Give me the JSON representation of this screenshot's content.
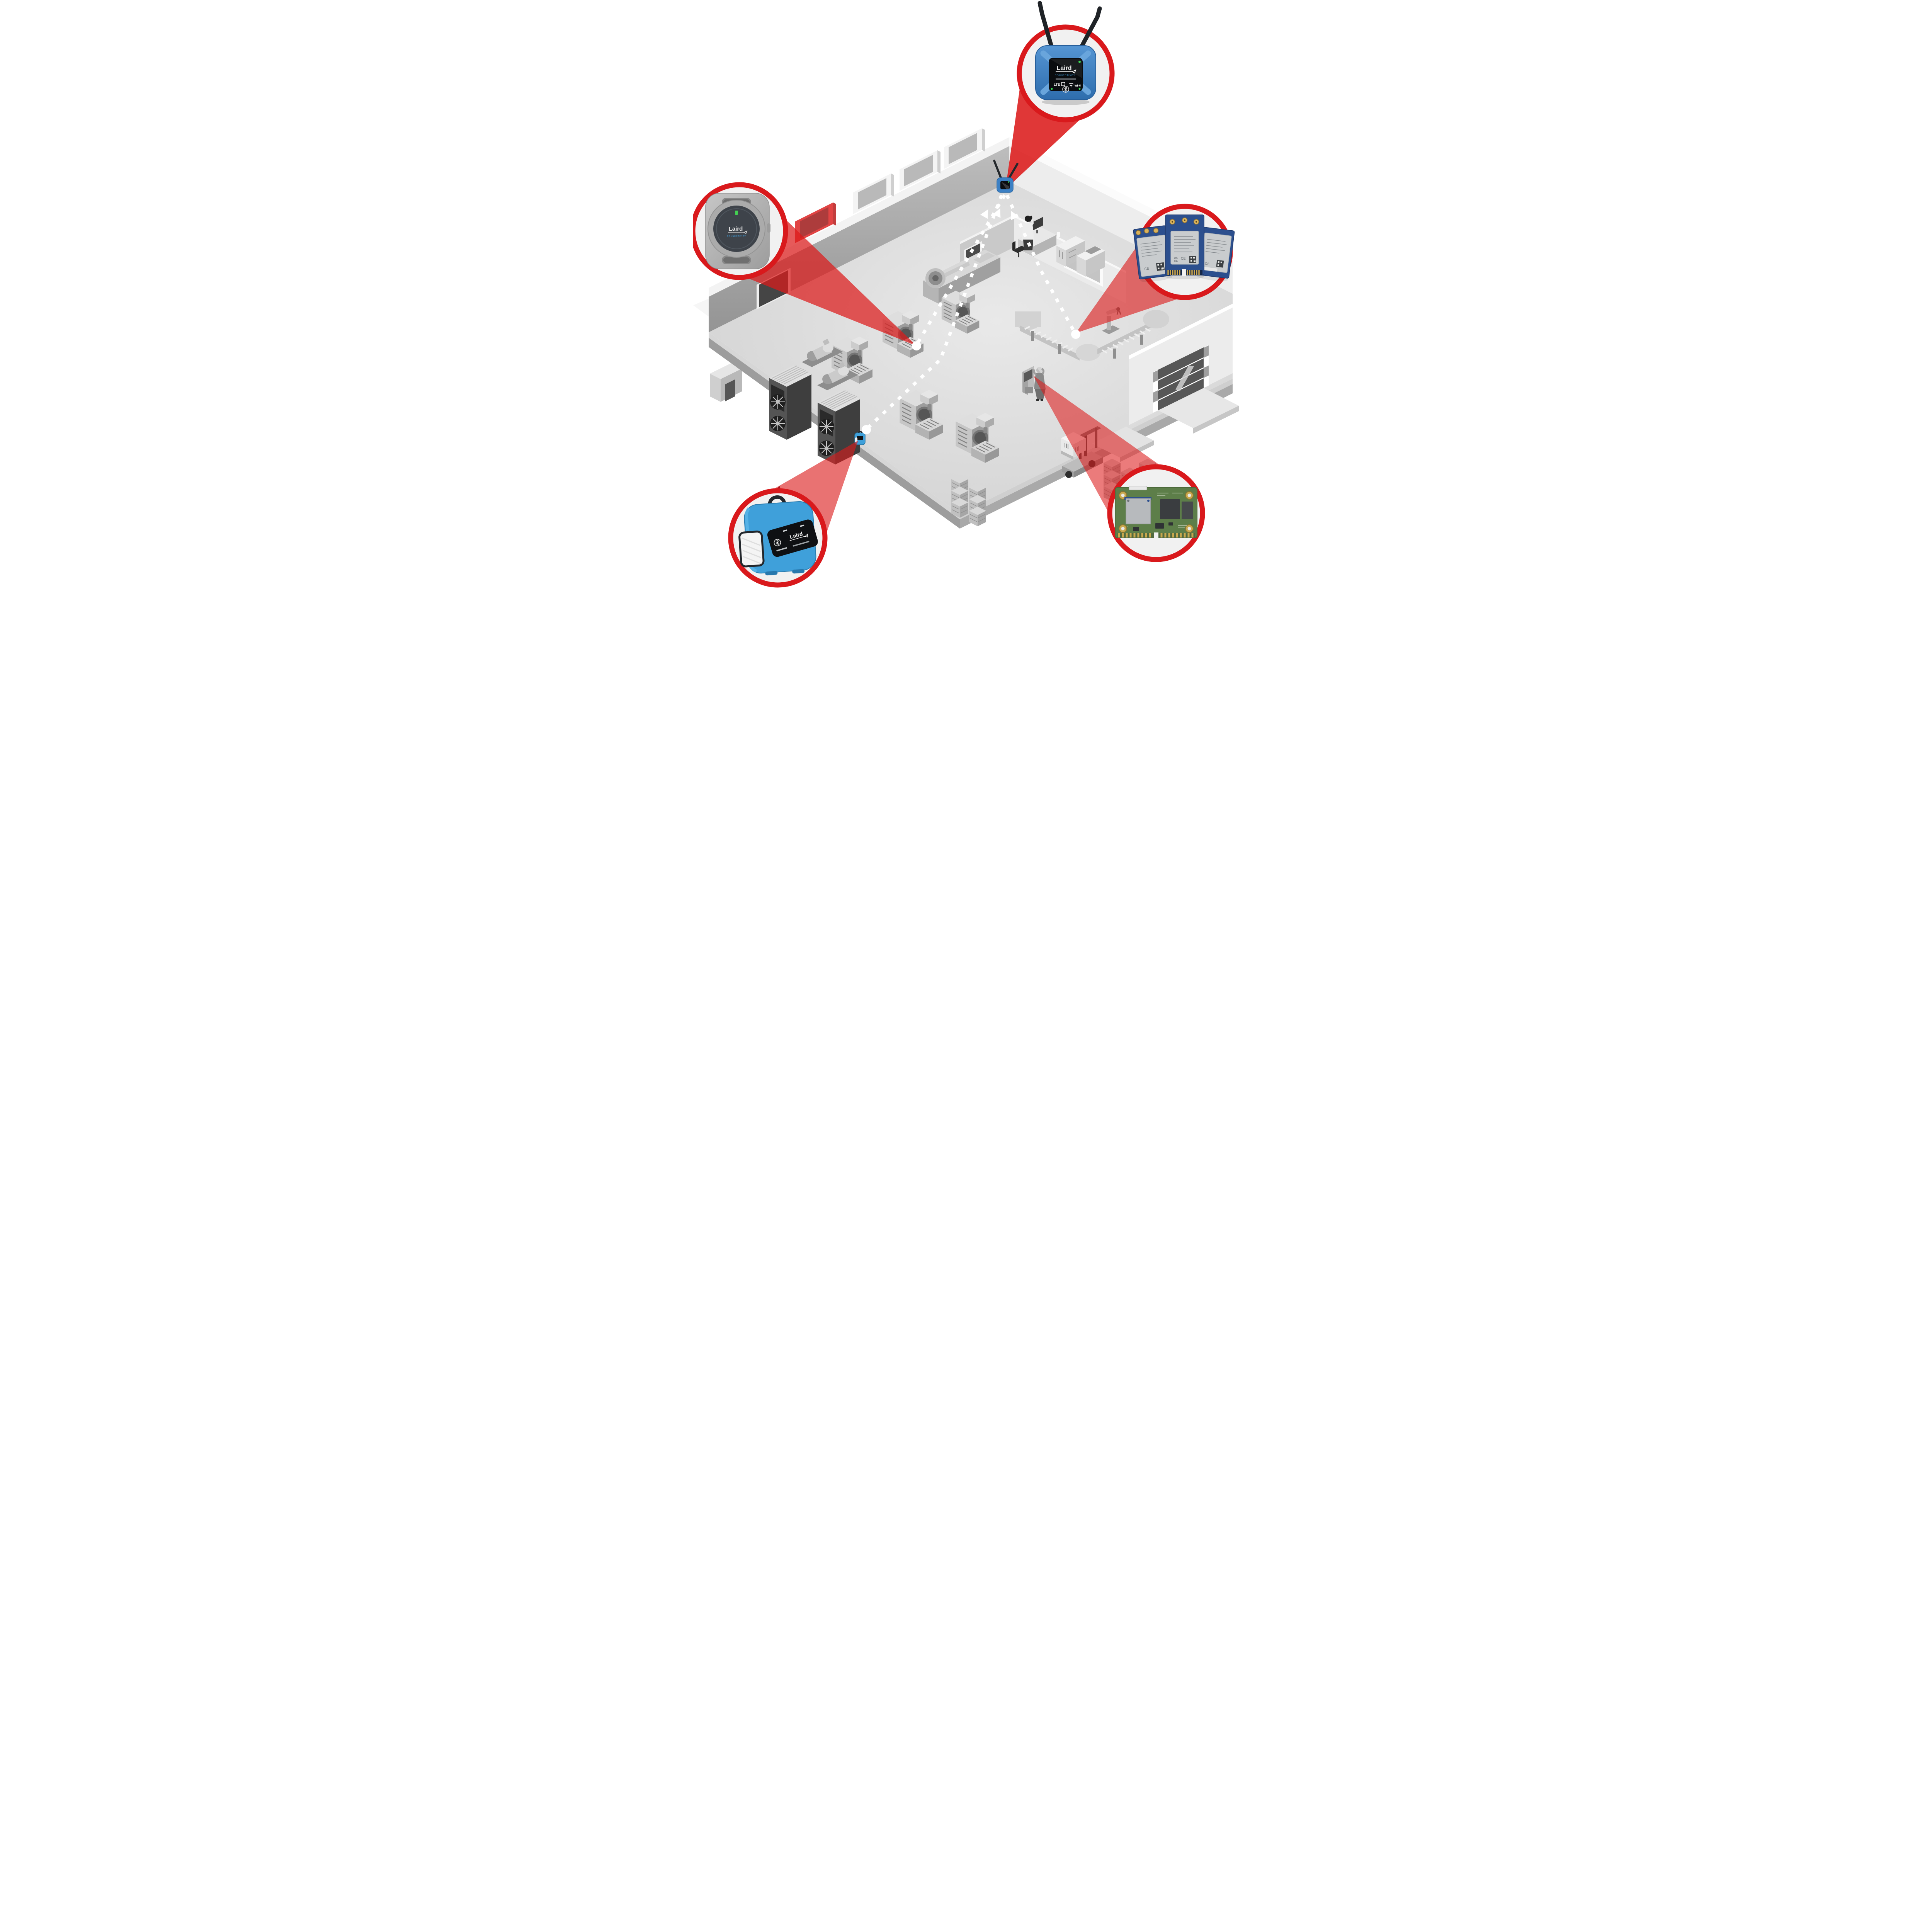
{
  "palette": {
    "accent_red": "#d9191c",
    "beam_red": "#dc1b1b",
    "gateway_blue": "#3d86c8",
    "sensor_blue": "#42a3dc",
    "module_pcb_blue": "#2c4f8e",
    "som_pcb_green": "#5d7e49",
    "led_green": "#3bdb55",
    "floor_gray": "#d8d8d8"
  },
  "brand": {
    "name": "Laird",
    "subtitle": "CONNECTIVITY"
  },
  "callouts": [
    {
      "id": "gateway",
      "device_type": "wireless-iot-gateway",
      "position": "top",
      "device": {
        "brand": "Laird",
        "brand_sub": "CONNECTIVITY",
        "badge_lte": "LTE",
        "badge_wifi": "Wi-Fi",
        "icons": [
          "bluetooth-icon",
          "wifi-icon",
          "antenna-icon"
        ],
        "antenna_count": 2,
        "led_color": "#3bdb55"
      }
    },
    {
      "id": "wearable-tag",
      "device_type": "wearable-tracker-puck",
      "position": "left",
      "device": {
        "brand": "Laird",
        "brand_sub": "CONNECTIVITY",
        "led_color": "#43cf52"
      }
    },
    {
      "id": "radio-modules",
      "device_type": "embedded-wireless-modules",
      "position": "right",
      "device": {
        "card_count": 3,
        "mark_ce": "CE",
        "mark_uk": "UK",
        "mark_ca": "CA"
      }
    },
    {
      "id": "rugged-sensor",
      "device_type": "bluetooth-environment-sensor",
      "position": "bottom-left",
      "device": {
        "brand": "Laird",
        "icons": [
          "bluetooth-icon"
        ]
      }
    },
    {
      "id": "som-board",
      "device_type": "system-on-module-pcb",
      "position": "bottom-right",
      "device": {}
    }
  ],
  "scene": {
    "description": "isometric factory floor with office, CNC machines, conveyor, forklift, HVAC units and loading dock",
    "links": [
      {
        "from": "wall-gateway",
        "to": "cnc-machine-dot",
        "style": "white-dotted-arrow"
      },
      {
        "from": "wall-gateway",
        "to": "conveyor-dot",
        "style": "white-dotted-arrow"
      },
      {
        "from": "wall-gateway",
        "to": "hvac-sensor-dot",
        "style": "white-dotted-arrow"
      }
    ],
    "beams": [
      {
        "from": "callout-gateway",
        "to": "wall-gateway"
      },
      {
        "from": "callout-wearable-tag",
        "to": "cnc-machine-dot"
      },
      {
        "from": "callout-radio-modules",
        "to": "conveyor-dot"
      },
      {
        "from": "callout-rugged-sensor",
        "to": "hvac-mounted-sensor"
      },
      {
        "from": "callout-som-board",
        "to": "control-kiosk"
      }
    ]
  }
}
